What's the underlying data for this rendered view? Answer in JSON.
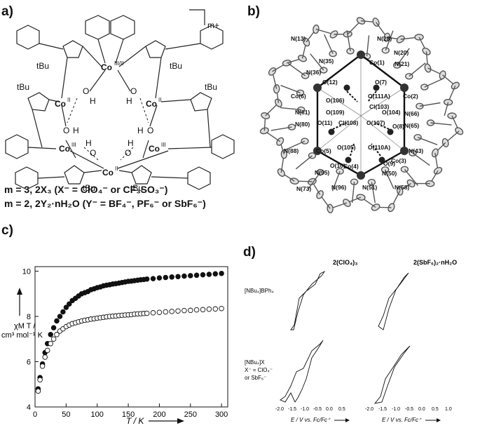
{
  "panels": {
    "a": {
      "label": "a)",
      "charge": "m+",
      "metal_labels": [
        "Co",
        "III/II",
        "Co",
        "II",
        "Co",
        "II",
        "Co",
        "III",
        "Co",
        "III",
        "Co",
        "II"
      ],
      "tbu": "tBu",
      "oh": [
        "O",
        "H"
      ],
      "formula_1": "m = 3, 2X₃ (X⁻ = ClO₄⁻ or CF₃SO₃⁻)",
      "formula_2": "m = 2, 2Y₂·nH₂O (Y⁻ = BF₄⁻, PF₆⁻ or SbF₆⁻)"
    },
    "b": {
      "label": "b)",
      "atoms": [
        "N(13)",
        "N(28)",
        "N(35)",
        "Co(1)",
        "N(20)",
        "N(21)",
        "N(36)",
        "O(12)",
        "O(7)",
        "Co(6)",
        "O(106)",
        "O(111A)",
        "Co(2)",
        "Cl(103)",
        "N(81)",
        "O(109)",
        "O(104)",
        "N(66)",
        "N(80)",
        "O(11)",
        "Cl(108)",
        "O(107)",
        "O(8)",
        "N(65)",
        "N(88)",
        "Co(5)",
        "O(105)",
        "O(110A)",
        "N(43)",
        "Co(3)",
        "O(10)",
        "O(9)",
        "Co(4)",
        "N(95)",
        "N(50)",
        "N(73)",
        "N(96)",
        "N(51)",
        "N(58)"
      ]
    },
    "c": {
      "label": "c)",
      "ylabel_1": "χM T /",
      "ylabel_2": "cm³ mol⁻¹ K",
      "xlabel": "T / K"
    },
    "d": {
      "label": "d)",
      "col1": "2(ClO₄)₃",
      "col2": "2(SbF₆)₂·nH₂O",
      "row1": "[NBu₄]BPh₄",
      "row2_a": "[NBu₄]X",
      "row2_b": "X⁻ = ClO₄⁻",
      "row2_c": "or SbF₆⁻",
      "xlabel": "E / V vs. Fc/Fc⁺",
      "ticks": [
        "-2.0",
        "-1.5",
        "-1.0",
        "-0.5",
        "0.0",
        "0.5"
      ],
      "ticks2": [
        "-2.0",
        "-1.5",
        "-1.0",
        "-0.5",
        "0.0",
        "0.5",
        "1.0"
      ]
    }
  },
  "chart_data": [
    {
      "type": "scatter",
      "panel": "c",
      "xlabel": "T / K",
      "ylabel": "χM T / cm³ mol⁻¹ K",
      "xlim": [
        0,
        310
      ],
      "ylim": [
        4,
        10.2
      ],
      "xticks": [
        0,
        50,
        100,
        150,
        200,
        250,
        300
      ],
      "yticks": [
        4,
        6,
        8,
        10
      ],
      "series": [
        {
          "marker": "filled",
          "x": [
            5,
            8,
            12,
            16,
            20,
            25,
            30,
            35,
            40,
            45,
            50,
            55,
            60,
            65,
            70,
            75,
            80,
            85,
            90,
            95,
            100,
            105,
            110,
            115,
            120,
            125,
            130,
            135,
            140,
            145,
            150,
            155,
            160,
            165,
            170,
            175,
            180,
            190,
            200,
            210,
            220,
            230,
            240,
            250,
            260,
            270,
            280,
            290,
            300
          ],
          "y": [
            4.8,
            5.3,
            5.9,
            6.4,
            6.8,
            7.2,
            7.5,
            7.8,
            8.0,
            8.2,
            8.4,
            8.55,
            8.7,
            8.8,
            8.9,
            9.0,
            9.05,
            9.1,
            9.18,
            9.22,
            9.27,
            9.3,
            9.35,
            9.38,
            9.4,
            9.43,
            9.45,
            9.47,
            9.5,
            9.52,
            9.55,
            9.56,
            9.58,
            9.6,
            9.62,
            9.63,
            9.65,
            9.67,
            9.7,
            9.72,
            9.74,
            9.76,
            9.78,
            9.8,
            9.82,
            9.84,
            9.86,
            9.88,
            9.9
          ]
        },
        {
          "marker": "open",
          "x": [
            5,
            8,
            12,
            16,
            20,
            25,
            30,
            35,
            40,
            45,
            50,
            55,
            60,
            65,
            70,
            75,
            80,
            85,
            90,
            95,
            100,
            105,
            110,
            115,
            120,
            125,
            130,
            135,
            140,
            145,
            150,
            155,
            160,
            165,
            170,
            175,
            180,
            190,
            200,
            210,
            220,
            230,
            240,
            250,
            260,
            270,
            280,
            290,
            300
          ],
          "y": [
            4.7,
            5.2,
            5.8,
            6.2,
            6.5,
            6.8,
            7.0,
            7.2,
            7.35,
            7.45,
            7.55,
            7.62,
            7.68,
            7.72,
            7.76,
            7.8,
            7.83,
            7.85,
            7.88,
            7.9,
            7.92,
            7.94,
            7.96,
            7.98,
            8.0,
            8.01,
            8.02,
            8.04,
            8.05,
            8.06,
            8.07,
            8.08,
            8.1,
            8.11,
            8.12,
            8.13,
            8.14,
            8.16,
            8.18,
            8.2,
            8.22,
            8.24,
            8.26,
            8.27,
            8.29,
            8.3,
            8.32,
            8.33,
            8.35
          ]
        }
      ]
    }
  ]
}
